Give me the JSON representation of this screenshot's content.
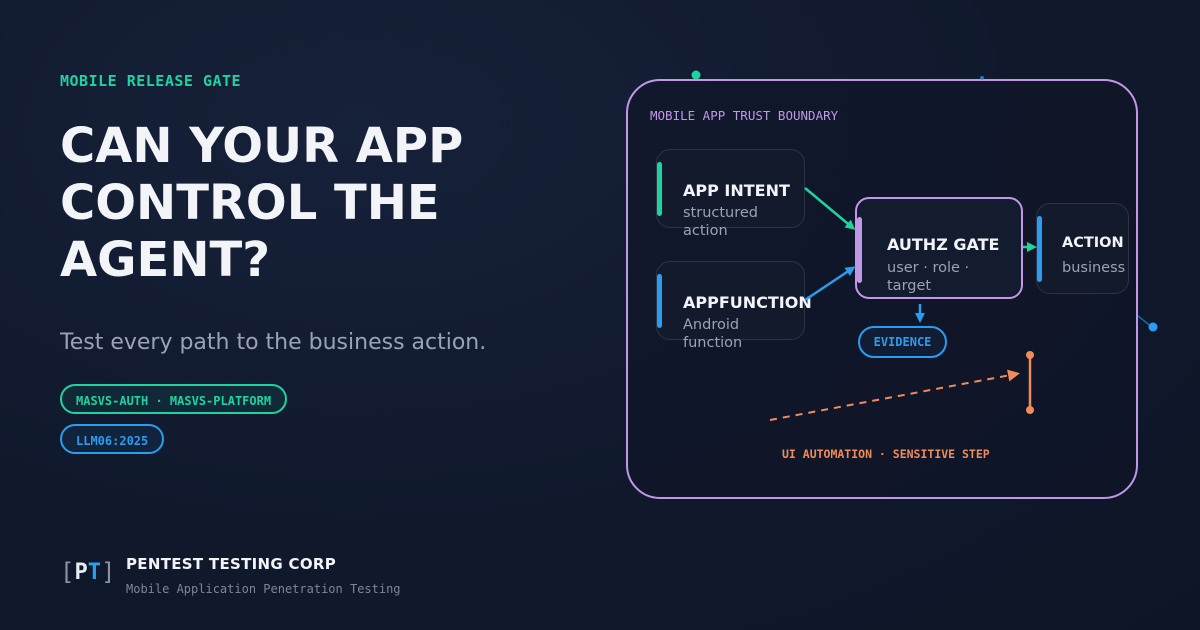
{
  "eyebrow": "MOBILE RELEASE GATE",
  "headline": [
    "CAN YOUR APP",
    "CONTROL THE",
    "AGENT?"
  ],
  "subline": "Test every path to the business action.",
  "tags": [
    "MASVS-AUTH · MASVS-PLATFORM",
    "LLM06:2025"
  ],
  "brand": {
    "logo_left": "[",
    "logo_p": "P",
    "logo_t": "T",
    "logo_right": "]",
    "name": "PENTEST TESTING CORP",
    "tagline": "Mobile Application Penetration Testing"
  },
  "diagram": {
    "boundary_label": "MOBILE APP TRUST BOUNDARY",
    "nodes": {
      "intent": {
        "title": "APP INTENT",
        "desc": "structured\naction"
      },
      "appfunction": {
        "title": "APPFUNCTION",
        "desc": "Android\nfunction"
      },
      "authz": {
        "title": "AUTHZ GATE",
        "desc": "user · role ·\ntarget"
      },
      "action": {
        "title": "ACTION",
        "desc": "business"
      }
    },
    "evidence": "EVIDENCE",
    "ui_automation_label": "UI AUTOMATION · SENSITIVE STEP"
  },
  "colors": {
    "green": "#1fd3a0",
    "blue": "#2a9df0",
    "purple": "#c197e8",
    "orange": "#f08c5a",
    "background": "#111a2e"
  }
}
